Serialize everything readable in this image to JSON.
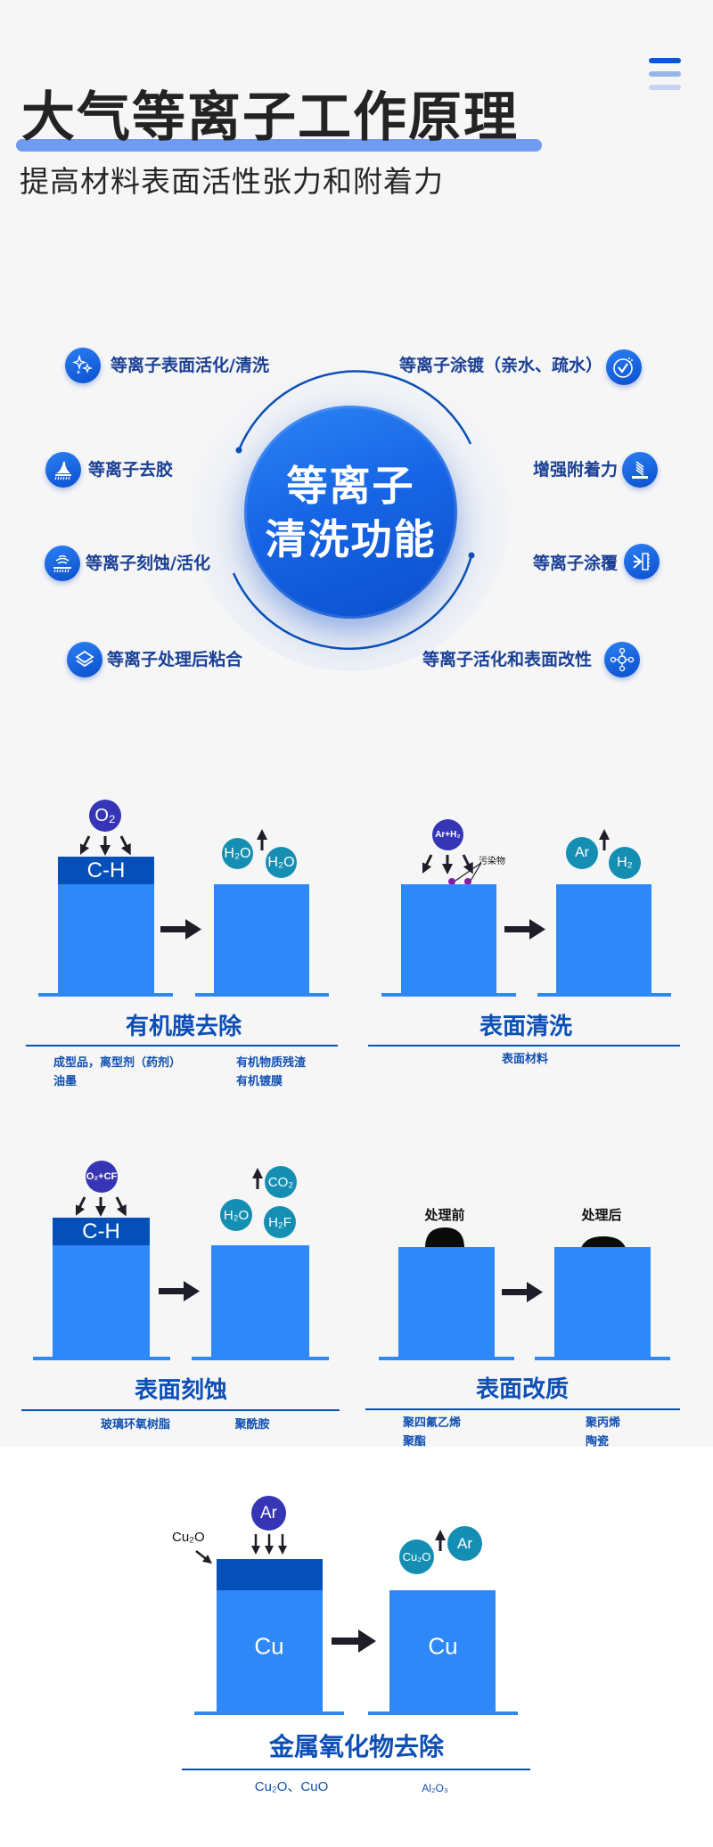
{
  "header": {
    "title": "大气等离子工作原理",
    "subtitle": "提高材料表面活性张力和附着力",
    "menu_icon": "hamburger-menu-icon",
    "menu_colors": [
      "#0a55d6",
      "#97b5ea",
      "#c5d4f2"
    ]
  },
  "hub": {
    "line1": "等离子",
    "line2": "清洗功能"
  },
  "features": {
    "left": [
      {
        "label": "等离子表面活化/清洗",
        "icon": "sparkle-icon"
      },
      {
        "label": "等离子去胶",
        "icon": "brush-icon"
      },
      {
        "label": "等离子刻蚀/活化",
        "icon": "etching-wave-icon"
      },
      {
        "label": "等离子处理后粘合",
        "icon": "layers-icon"
      }
    ],
    "right": [
      {
        "label": "等离子涂镀（亲水、疏水）",
        "icon": "water-check-icon"
      },
      {
        "label": "增强附着力",
        "icon": "adhesion-icon"
      },
      {
        "label": "等离子涂覆",
        "icon": "coating-icon"
      },
      {
        "label": "等离子活化和表面改性",
        "icon": "molecule-icon"
      }
    ]
  },
  "processes": [
    {
      "title": "有机膜去除",
      "input": "O₂",
      "layer": "C-H",
      "outputs": [
        "H₂O",
        "H₂O"
      ],
      "items": [
        "成型品，离型剂（药剂）",
        "油墨",
        "有机物质残渣",
        "有机镀膜"
      ]
    },
    {
      "title": "表面清洗",
      "input": "Ar+H₂",
      "contaminant_label": "污染物",
      "outputs": [
        "Ar",
        "H₂"
      ],
      "items": [
        "表面材料"
      ]
    },
    {
      "title": "表面刻蚀",
      "input": "O₂+CF",
      "layer": "C-H",
      "outputs": [
        "CO₂",
        "H₂O",
        "H₂F"
      ],
      "items": [
        "玻璃环氧树脂",
        "聚酰胺"
      ]
    },
    {
      "title": "表面改质",
      "before_label": "处理前",
      "after_label": "处理后",
      "items": [
        "聚四氟乙烯",
        "聚酯",
        "聚丙烯",
        "陶瓷"
      ]
    },
    {
      "title": "金属氧化物去除",
      "input": "Ar",
      "oxide_label": "Cu₂O",
      "block_label": "Cu",
      "outputs": [
        "Cu₂O",
        "Ar"
      ],
      "items": [
        "Cu₂O、CuO",
        "Al₂O₃"
      ]
    }
  ],
  "colors": {
    "block": "#2e88f8",
    "band": "#0450b8",
    "input_molecule": "#3535b5",
    "output_molecule": "#148fb3",
    "title_blue": "#0c4fb6",
    "contaminant": "#8a1aa8"
  }
}
